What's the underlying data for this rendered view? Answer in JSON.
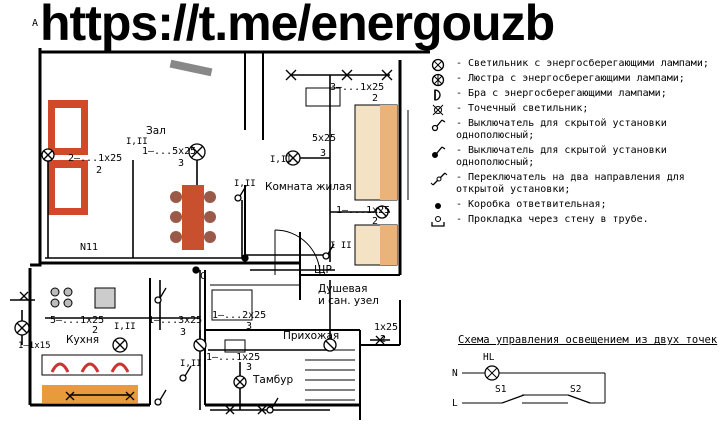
{
  "banner": {
    "url": "https://t.me/energouzb"
  },
  "corner_label": "A",
  "rooms": {
    "hall": "Зал",
    "living": "Комната жилая",
    "kitchen": "Кухня",
    "corridor": "Прихожая",
    "vestibule": "Тамбур",
    "shower_line1": "Душевая",
    "shower_line2": "и сан. узел",
    "panel": "ЩР"
  },
  "labels": {
    "hall_tag": "N11",
    "hall_lamp_top": "2—...1x25",
    "hall_lamp_bot": "2",
    "hall_chand_top": "1—...5x25",
    "hall_chand_bot": "3",
    "hall_sw": "I,II",
    "hall_sw2": "I,II",
    "living_top1": "3—...1x25",
    "living_top2": "2",
    "living_ch_top": "5x25",
    "living_ch_bot": "3",
    "living_sw": "I,II",
    "living_r1": "1—...1x25",
    "living_r2": "2",
    "living_sw2": "I II",
    "kitchen_a": "5—...1x25",
    "kitchen_a2": "2",
    "kitchen_b": "1—...3x25",
    "kitchen_b2": "3",
    "kitchen_sw": "I,II",
    "kitchen_c": "1—1x15",
    "corr_a": "1—...2x25",
    "corr_a2": "3",
    "corr_b": "1—...1x25",
    "corr_b2": "3",
    "corr_c": "1x25",
    "corr_c2": "2",
    "vest_sw": "I,II",
    "box_c": "С"
  },
  "legend": [
    {
      "icon": "lamp-es-icon",
      "text": "- Светильник с энергосберегающими лампами;"
    },
    {
      "icon": "chandelier-icon",
      "text": "- Люстра с энергосберегающими лампами;"
    },
    {
      "icon": "sconce-icon",
      "text": "- Бра с энергосберегающими лампами;"
    },
    {
      "icon": "spot-light-icon",
      "text": "- Точечный светильник;"
    },
    {
      "icon": "switch-1-icon",
      "text": "- Выключатель для скрытой установки однополюсный;"
    },
    {
      "icon": "switch-2-icon",
      "text": "- Выключатель для скрытой установки однополюсный;"
    },
    {
      "icon": "switch-2way-icon",
      "text": "- Переключатель на два направления для открытой установки;"
    },
    {
      "icon": "junction-box-icon",
      "text": "- Коробка ответвительная;"
    },
    {
      "icon": "pipe-icon",
      "text": "- Прокладка через стену в трубе."
    }
  ],
  "scheme": {
    "title": "Схема управления освещением из двух точек",
    "hl": "HL",
    "n": "N",
    "l": "L",
    "s1": "S1",
    "s2": "S2"
  }
}
